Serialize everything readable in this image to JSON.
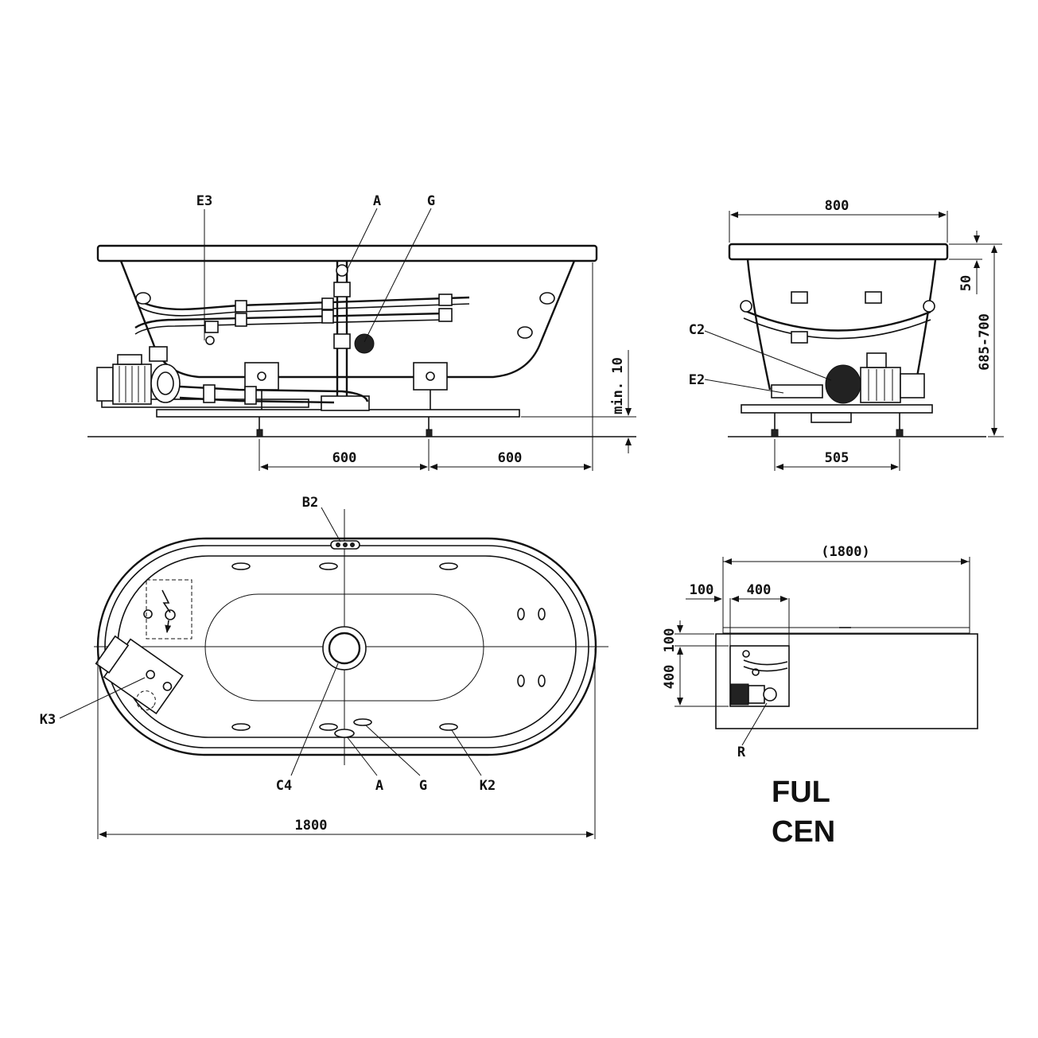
{
  "colors": {
    "ink": "#111111",
    "background": "#ffffff"
  },
  "side_view": {
    "labels": {
      "e3": "E3",
      "a": "A",
      "g": "G"
    },
    "dims": {
      "left_600": "600",
      "right_600": "600",
      "min10": "min. 10"
    }
  },
  "end_view": {
    "labels": {
      "c2": "C2",
      "e2": "E2"
    },
    "dims": {
      "width": "800",
      "rim": "50",
      "height": "685-700",
      "feet": "505"
    }
  },
  "top_view": {
    "labels": {
      "b2": "B2",
      "k3": "K3",
      "c4": "C4",
      "a": "A",
      "g": "G",
      "k2": "K2"
    },
    "dims": {
      "length": "1800"
    }
  },
  "panel_view": {
    "labels": {
      "r": "R"
    },
    "dims": {
      "total": "(1800)",
      "offset_100": "100",
      "w400": "400",
      "v100": "100",
      "v400": "400"
    }
  },
  "brand": {
    "line1": "FUL",
    "line2": "CEN"
  }
}
